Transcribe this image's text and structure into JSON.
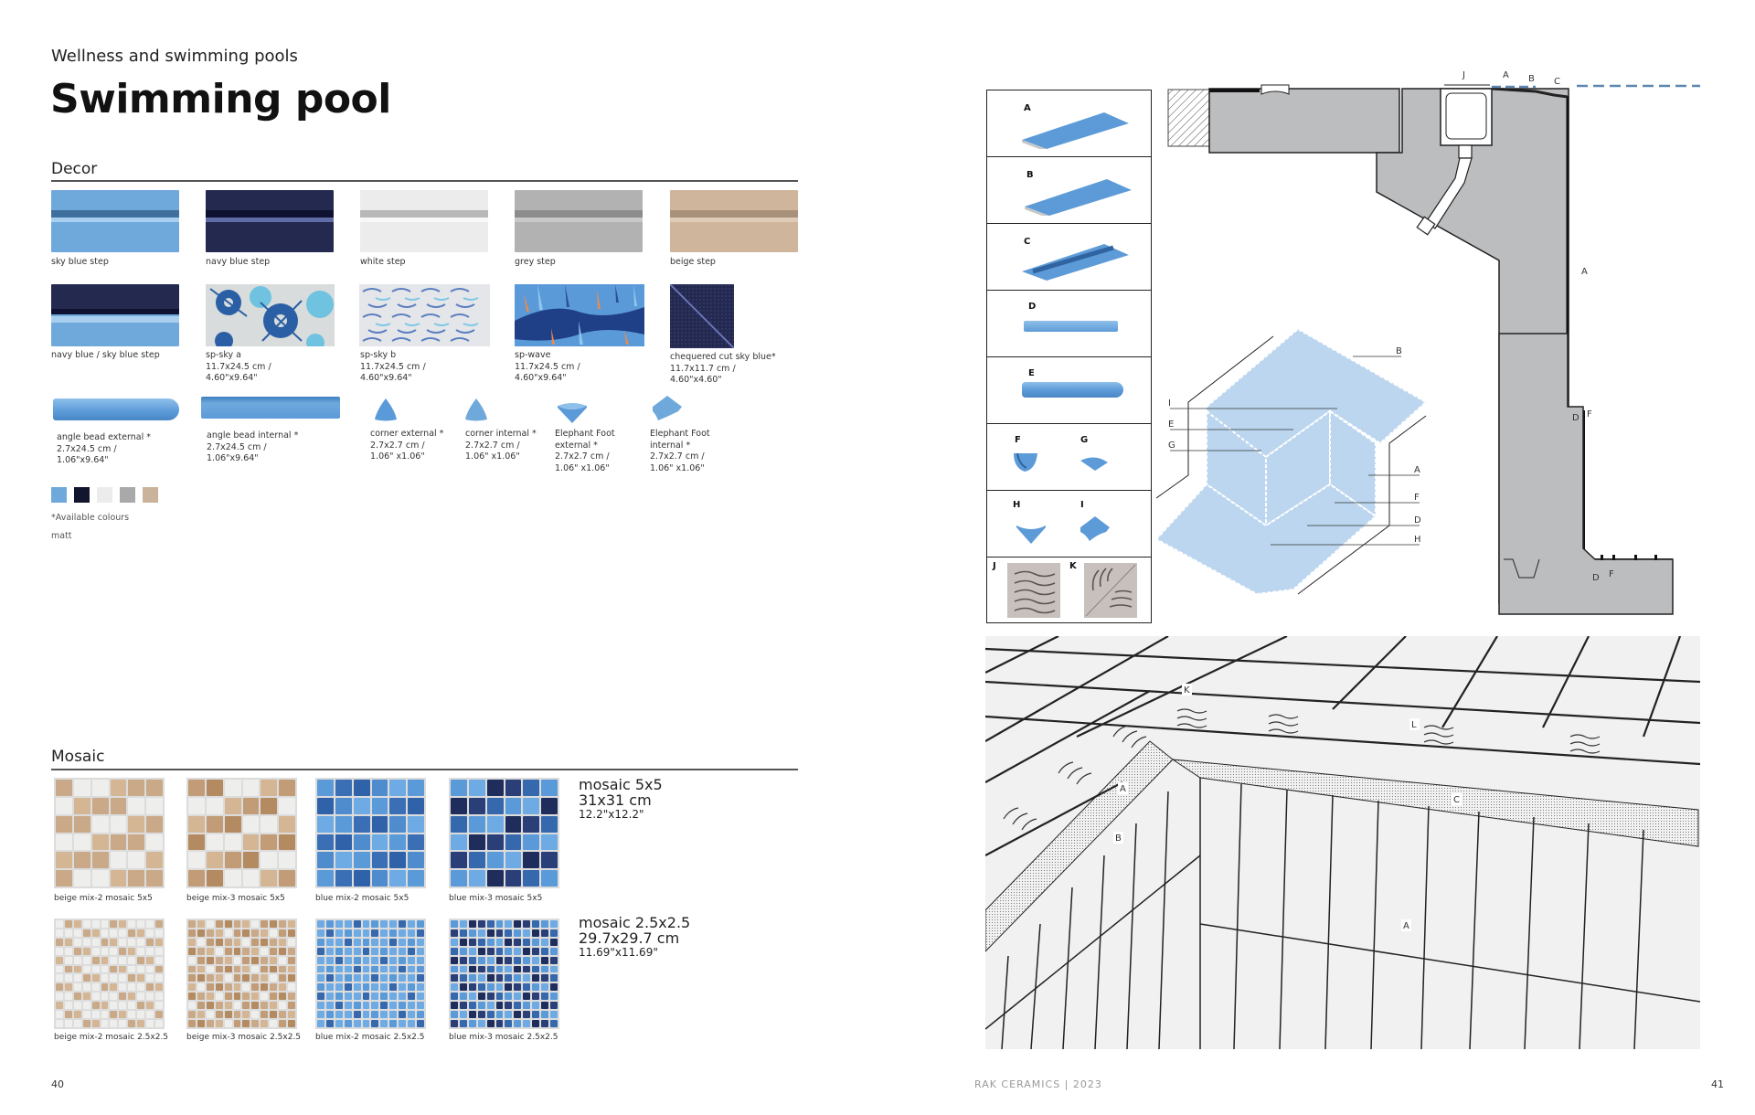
{
  "header": {
    "kicker": "Wellness and swimming pools",
    "title": "Swimming pool"
  },
  "decor": {
    "section_label": "Decor",
    "row1": [
      {
        "name": "sky blue step",
        "color": "#6fa9dc",
        "band": "#3f6f9c",
        "band2": "#a9cff0"
      },
      {
        "name": "navy blue step",
        "color": "#24294f",
        "band": "#0e1130",
        "band2": "#5f6ca8"
      },
      {
        "name": "white step",
        "color": "#ececec",
        "band": "#b8b8b8",
        "band2": "#f8f8f8"
      },
      {
        "name": "grey step",
        "color": "#b2b2b2",
        "band": "#8c8c8c",
        "band2": "#c8c8c8"
      },
      {
        "name": "beige step",
        "color": "#cfb59c",
        "band": "#a8917a",
        "band2": "#e0cbb6"
      }
    ],
    "row2": [
      {
        "name": "navy blue / sky blue step",
        "size_cm": "",
        "size_in": ""
      },
      {
        "name": "sp-sky a",
        "size_cm": "11.7x24.5 cm /",
        "size_in": "4.60\"x9.64\""
      },
      {
        "name": "sp-sky b",
        "size_cm": "11.7x24.5 cm /",
        "size_in": "4.60\"x9.64\""
      },
      {
        "name": "sp-wave",
        "size_cm": "11.7x24.5 cm /",
        "size_in": "4.60\"x9.64\""
      },
      {
        "name": "chequered cut sky blue*",
        "size_cm": "11.7x11.7 cm /",
        "size_in": "4.60\"x4.60\""
      }
    ],
    "row3": [
      {
        "name": "angle bead external *",
        "size_cm": "2.7x24.5 cm /",
        "size_in": "1.06\"x9.64\""
      },
      {
        "name": "angle bead internal  *",
        "size_cm": "2.7x24.5 cm /",
        "size_in": "1.06\"x9.64\""
      },
      {
        "name": "corner external *",
        "size_cm": "2.7x2.7 cm /",
        "size_in": "1.06\" x1.06\""
      },
      {
        "name": "corner internal  *",
        "size_cm": "2.7x2.7 cm /",
        "size_in": "1.06\" x1.06\""
      },
      {
        "name": "Elephant Foot\nexternal *",
        "size_cm": "2.7x2.7 cm /",
        "size_in": "1.06\" x1.06\""
      },
      {
        "name": "Elephant Foot\ninternal *",
        "size_cm": "2.7x2.7 cm /",
        "size_in": "1.06\" x1.06\""
      }
    ],
    "available_colours": {
      "note_line1": "*Available colours",
      "note_line2": "matt",
      "swatches": [
        "#6fa9dc",
        "#12152e",
        "#ececec",
        "#a9a9a9",
        "#c9b39a"
      ]
    }
  },
  "mosaic": {
    "section_label": "Mosaic",
    "row_5x5": {
      "title": "mosaic 5x5",
      "size_cm": "31x31 cm",
      "size_in": "12.2\"x12.2\"",
      "items": [
        {
          "name": "beige mix-2 mosaic 5x5",
          "palette": [
            "#c9a987",
            "#eeeeec",
            "#c9a987",
            "#eeeeec",
            "#d4b594"
          ]
        },
        {
          "name": "beige mix-3 mosaic 5x5",
          "palette": [
            "#c19c76",
            "#eeeeec",
            "#d4b594",
            "#b48a60",
            "#eeeeec"
          ]
        },
        {
          "name": "blue mix-2 mosaic 5x5",
          "palette": [
            "#5b9ad9",
            "#2f62a8",
            "#6eaae3",
            "#3b6fb5",
            "#4f8ccd"
          ]
        },
        {
          "name": "blue mix-3 mosaic 5x5",
          "palette": [
            "#5b9ad9",
            "#1e2d5c",
            "#3568ad",
            "#6eaae3",
            "#2a3f78"
          ]
        }
      ]
    },
    "row_2_5": {
      "title": "mosaic 2.5x2.5",
      "size_cm": "29.7x29.7 cm",
      "size_in": "11.69\"x11.69\"",
      "items": [
        {
          "name": "beige mix-2 mosaic 2.5x2.5",
          "palette": [
            "#eeeeec",
            "#d4b594",
            "#eeeeec",
            "#c9a987",
            "#eeeeec"
          ]
        },
        {
          "name": "beige mix-3 mosaic 2.5x2.5",
          "palette": [
            "#c9a987",
            "#eeeeec",
            "#b48a60",
            "#d4b594",
            "#c19c76"
          ]
        },
        {
          "name": "blue mix-2 mosaic 2.5x2.5",
          "palette": [
            "#6eaae3",
            "#6eaae3",
            "#3568ad",
            "#5b9ad9",
            "#6eaae3"
          ]
        },
        {
          "name": "blue mix-3 mosaic 2.5x2.5",
          "palette": [
            "#5b9ad9",
            "#1e2d5c",
            "#3568ad",
            "#6eaae3",
            "#2a3f78"
          ]
        }
      ]
    }
  },
  "legend": {
    "rows": [
      "A",
      "B",
      "C",
      "D",
      "E",
      "F|G",
      "H|I",
      "J|K"
    ],
    "tile_color": "#5d9bd8"
  },
  "cross_section": {
    "labels_top": [
      "J",
      "A",
      "B",
      "C"
    ],
    "label_side": "A",
    "labels_mid": [
      "D",
      "F"
    ],
    "labels_bottom": [
      "D",
      "F"
    ]
  },
  "isometric": {
    "labels_left": [
      "I",
      "E",
      "G"
    ],
    "label_top": "B",
    "labels_right": [
      "A",
      "F",
      "D",
      "H"
    ]
  },
  "perspective": {
    "labels": [
      "K",
      "L",
      "A",
      "B",
      "C",
      "A"
    ]
  },
  "footer": {
    "page_left": "40",
    "brand": "RAK CERAMICS | 2023",
    "page_right": "41"
  }
}
